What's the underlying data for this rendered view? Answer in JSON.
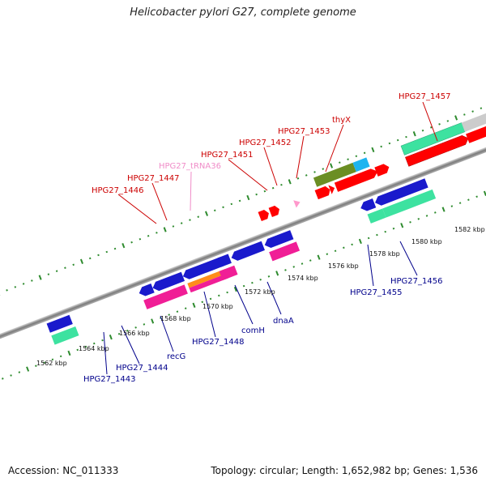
{
  "title": "Helicobacter pylori G27, complete genome",
  "footer": {
    "accession": "Accession: NC_011333",
    "summary": "Topology: circular; Length: 1,652,982 bp; Genes: 1,536"
  },
  "colors": {
    "backbone": "#8a8a8a",
    "track_ticks": "#2e8b2e",
    "label_plus": "#cc0000",
    "label_minus": "#00008b",
    "label_trna": "#f08cc8",
    "gene_red": "#ff0000",
    "gene_blue": "#1a1acc",
    "gene_teal": "#3de2a0",
    "gene_magenta": "#f01e96",
    "gene_olive": "#6b8e23",
    "gene_cyan": "#1eb4f0",
    "gene_orange": "#ff8c1a",
    "gene_pink": "#ff99cc"
  },
  "scale_labels": [
    "1562 kbp",
    "1564 kbp",
    "1566 kbp",
    "1568 kbp",
    "1570 kbp",
    "1572 kbp",
    "1574 kbp",
    "1576 kbp",
    "1578 kbp",
    "1580 kbp",
    "1582 kbp"
  ],
  "gene_labels": [
    {
      "text": "HPG27_1457",
      "strand": "plus"
    },
    {
      "text": "thyX",
      "strand": "plus"
    },
    {
      "text": "HPG27_1453",
      "strand": "plus"
    },
    {
      "text": "HPG27_1452",
      "strand": "plus"
    },
    {
      "text": "HPG27_1451",
      "strand": "plus"
    },
    {
      "text": "HPG27_tRNA36",
      "strand": "trna"
    },
    {
      "text": "HPG27_1447",
      "strand": "plus"
    },
    {
      "text": "HPG27_1446",
      "strand": "plus"
    },
    {
      "text": "HPG27_1456",
      "strand": "minus"
    },
    {
      "text": "HPG27_1455",
      "strand": "minus"
    },
    {
      "text": "dnaA",
      "strand": "minus"
    },
    {
      "text": "comH",
      "strand": "minus"
    },
    {
      "text": "HPG27_1448",
      "strand": "minus"
    },
    {
      "text": "recG",
      "strand": "minus"
    },
    {
      "text": "HPG27_1444",
      "strand": "minus"
    },
    {
      "text": "HPG27_1443",
      "strand": "minus"
    }
  ]
}
